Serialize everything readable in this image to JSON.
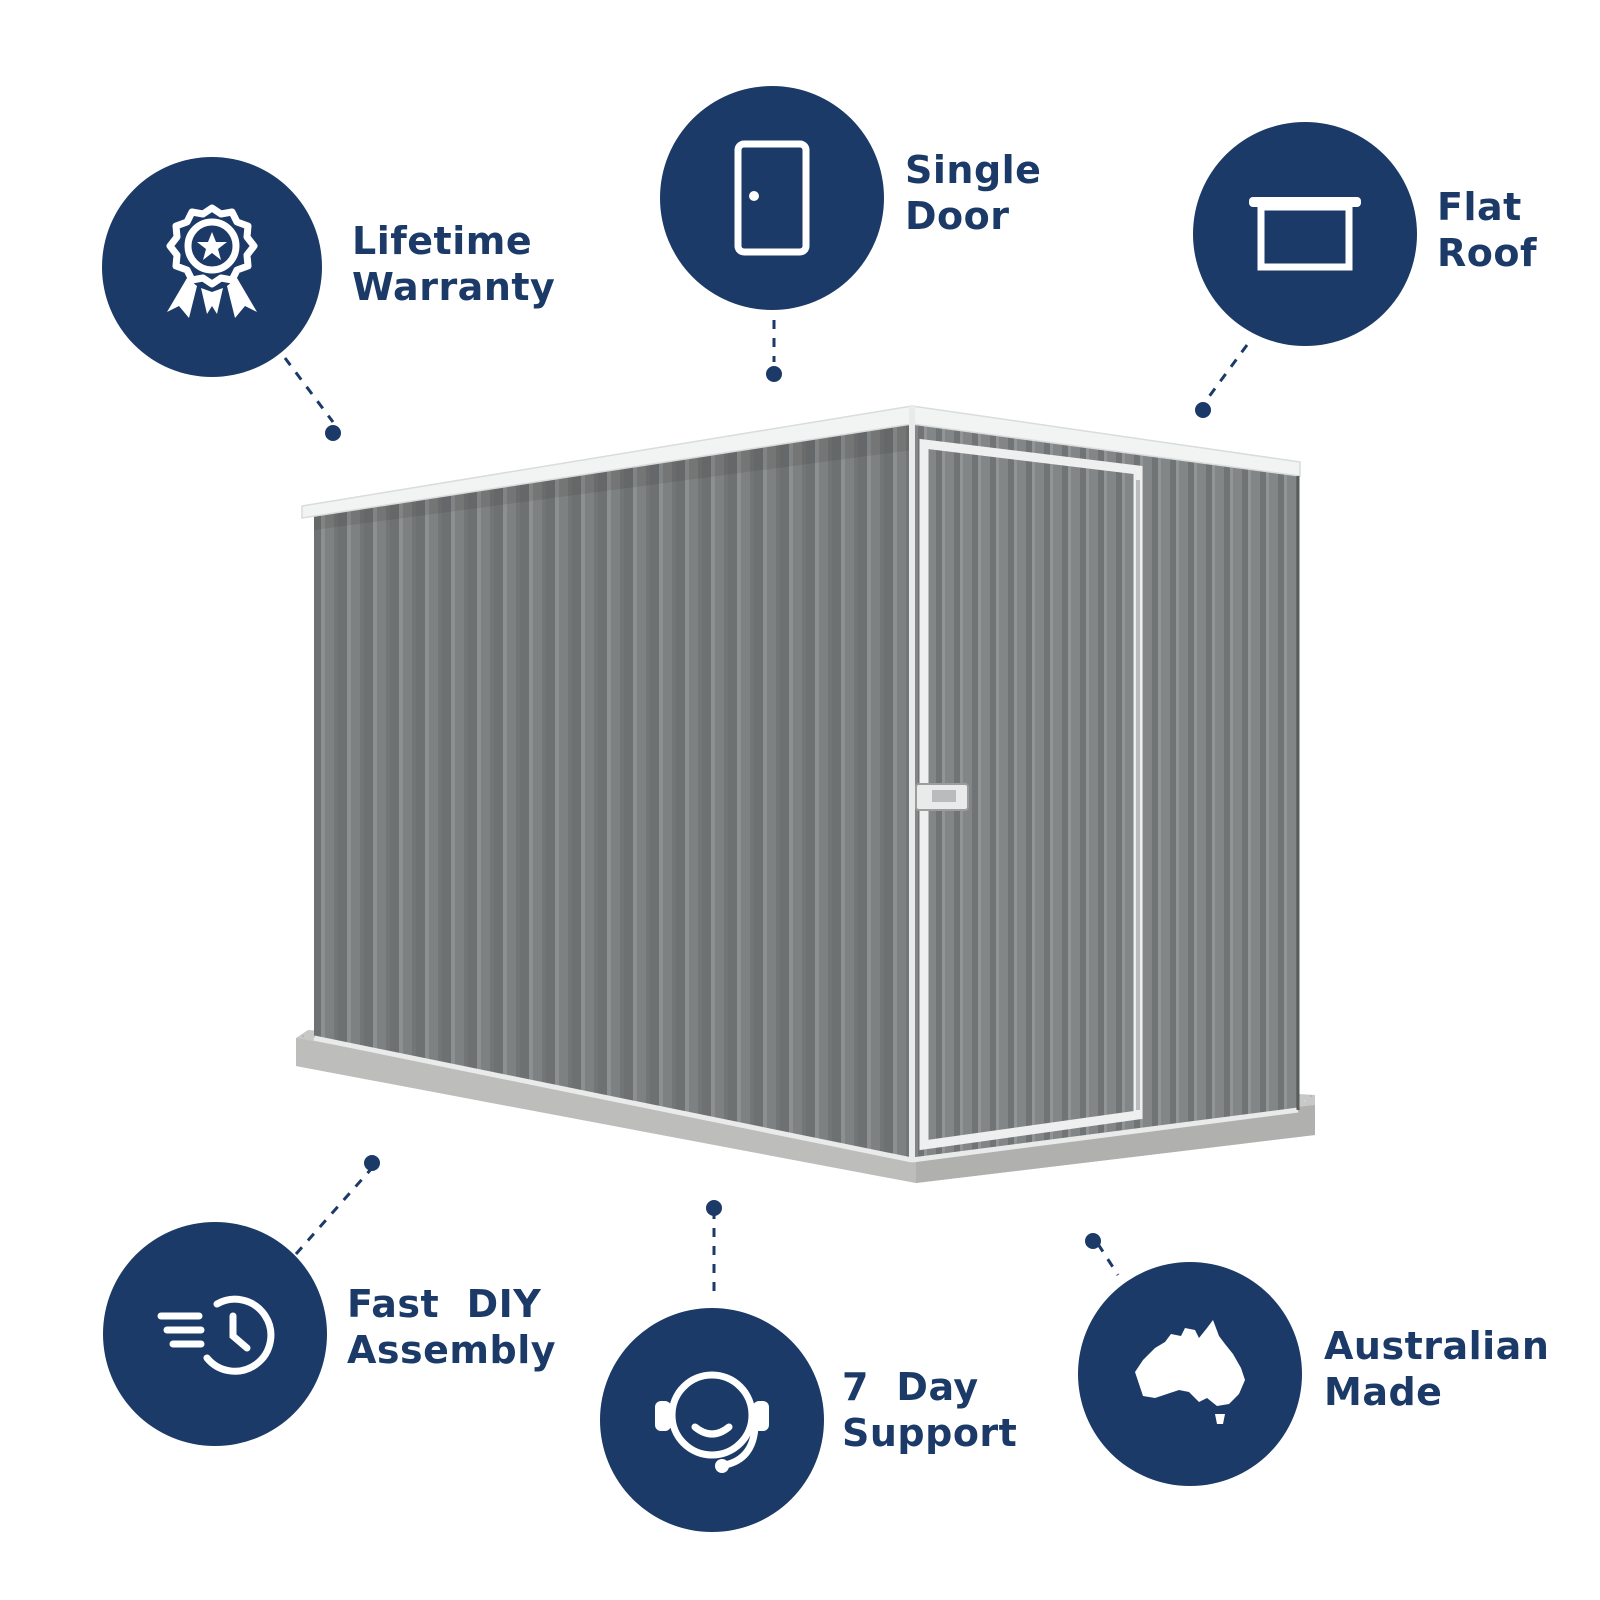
{
  "colors": {
    "navy": "#1b3a67",
    "shed_panel": "#7f8282",
    "shed_trim": "#f2f4f4",
    "concrete": "#c9c9c7"
  },
  "features": [
    {
      "id": "lifetime-warranty",
      "icon": "award-ribbon-icon",
      "line1": "Lifetime",
      "line2": "Warranty"
    },
    {
      "id": "single-door",
      "icon": "door-icon",
      "line1": "Single",
      "line2": "Door"
    },
    {
      "id": "flat-roof",
      "icon": "flat-roof-icon",
      "line1": "Flat",
      "line2": "Roof"
    },
    {
      "id": "fast-diy-assembly",
      "icon": "fast-clock-icon",
      "line1": "Fast  DIY",
      "line2": "Assembly"
    },
    {
      "id": "7-day-support",
      "icon": "headset-icon",
      "line1": "7  Day",
      "line2": "Support"
    },
    {
      "id": "australian-made",
      "icon": "australia-map-icon",
      "line1": "Australian",
      "line2": "Made"
    }
  ]
}
